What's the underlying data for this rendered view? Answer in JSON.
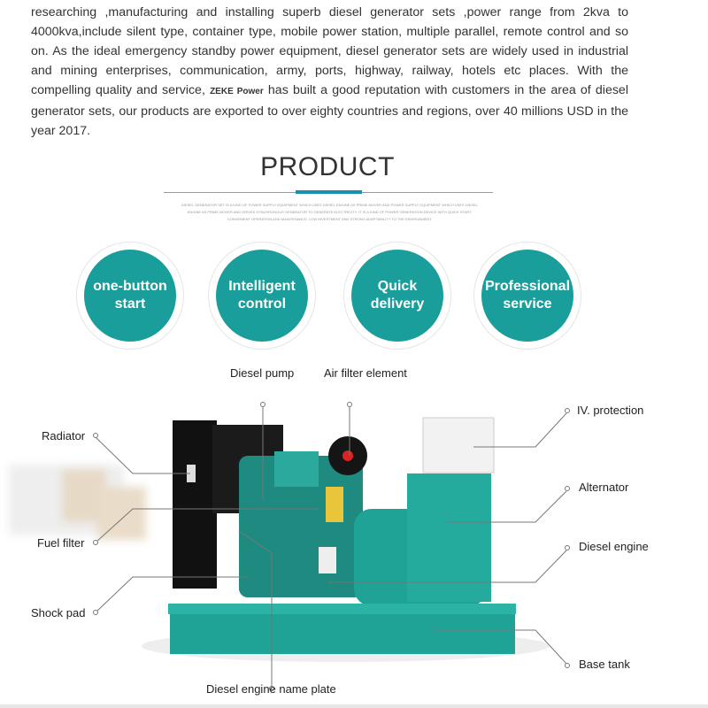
{
  "intro": {
    "text_before_brand": "researching ,manufacturing and installing superb diesel generator sets ,power range from 2kva to 4000kva,include silent type, container type, mobile power station, multiple parallel, remote control and so on. As the ideal emergency standby power equipment, diesel generator sets are widely used in industrial and mining enterprises, communication, army, ports, highway, railway, hotels etc places. With the compelling quality and service, ",
    "brand": "ZEKE Power",
    "text_after_brand": "has built a good reputation with customers in the area of diesel generator sets, our products are exported to over eighty countries and regions, over 40 millions USD in the year 2017."
  },
  "product": {
    "title": "PRODUCT",
    "subtext": "DIESEL GENERATOR SET IS A KIND OF POWER SUPPLY EQUIPMENT WHICH USES DIESEL ENGINE AS PRIME MOVER AND POWER SUPPLY EQUIPMENT WHICH USES DIESEL ENGINE AS PRIME MOVER AND DRIVES SYNCHRONOUS GENERATOR TO GENERATE ELECTRICITY. IT IS A KIND OF POWER GENERATION DEVICE WITH QUICK START, CONVENIENT OPERATION AND MAINTENANCE, LOW INVESTMENT AND STRONG ADAPTABILITY TO THE ENVIRONMENT."
  },
  "features": [
    {
      "line1": "one-button",
      "line2": "start"
    },
    {
      "line1": "Intelligent",
      "line2": "control"
    },
    {
      "line1": "Quick",
      "line2": "delivery"
    },
    {
      "line1": "Professional",
      "line2": "service"
    }
  ],
  "diagram_labels": {
    "diesel_pump": "Diesel pump",
    "air_filter": "Air filter element",
    "protection": "IV. protection",
    "radiator": "Radiator",
    "alternator": "Alternator",
    "fuel_filter": "Fuel filter",
    "diesel_engine": "Diesel engine",
    "shock_pad": "Shock pad",
    "base_tank": "Base tank",
    "name_plate": "Diesel engine name plate"
  },
  "colors": {
    "teal": "#1a9e9b",
    "accent_blue": "#1a8fb0",
    "text": "#333333"
  }
}
